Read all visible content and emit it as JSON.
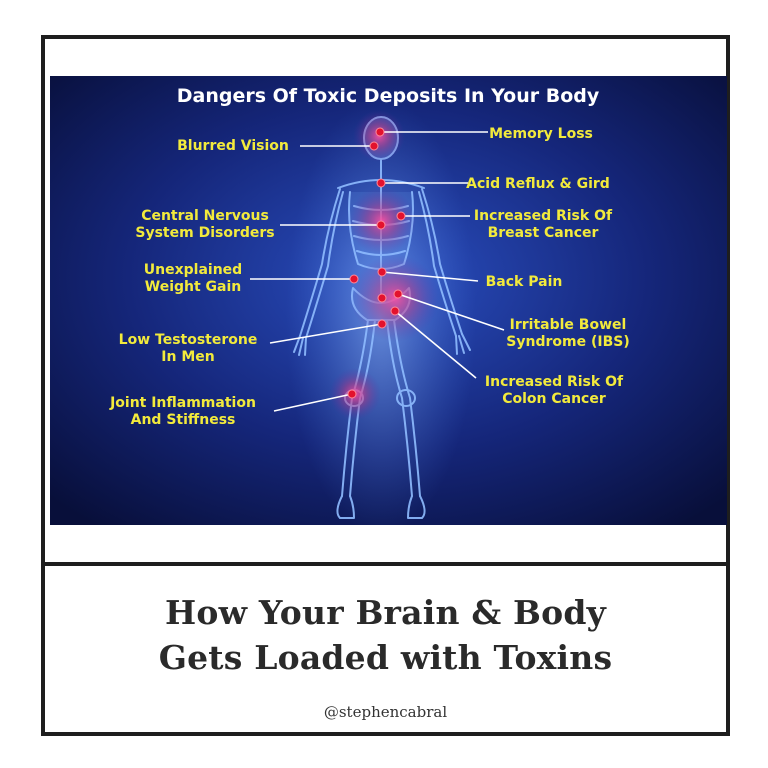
{
  "infographic": {
    "title": "Dangers Of Toxic Deposits In Your Body",
    "colors": {
      "background_dark": "#0a1240",
      "background_mid": "#1f3a9e",
      "label_yellow": "#f2ea3c",
      "hotspot_red": "#e3122e",
      "skeleton_blue": "#7fb2ff"
    },
    "labels_left": [
      {
        "id": "blurred-vision",
        "lines": [
          "Blurred Vision"
        ]
      },
      {
        "id": "central-nervous",
        "lines": [
          "Central Nervous",
          "System Disorders"
        ]
      },
      {
        "id": "unexplained-weight",
        "lines": [
          "Unexplained",
          "Weight Gain"
        ]
      },
      {
        "id": "low-testosterone",
        "lines": [
          "Low Testosterone",
          "In Men"
        ]
      },
      {
        "id": "joint-inflammation",
        "lines": [
          "Joint Inflammation",
          "And Stiffness"
        ]
      }
    ],
    "labels_right": [
      {
        "id": "memory-loss",
        "lines": [
          "Memory Loss"
        ]
      },
      {
        "id": "acid-reflux",
        "lines": [
          "Acid Reflux & Gird"
        ]
      },
      {
        "id": "breast-cancer",
        "lines": [
          "Increased Risk Of",
          "Breast Cancer"
        ]
      },
      {
        "id": "back-pain",
        "lines": [
          "Back Pain"
        ]
      },
      {
        "id": "ibs",
        "lines": [
          "Irritable Bowel",
          "Syndrome (IBS)"
        ]
      },
      {
        "id": "colon-cancer",
        "lines": [
          "Increased Risk Of",
          "Colon Cancer"
        ]
      }
    ]
  },
  "caption": {
    "line1": "How Your Brain & Body",
    "line2": "Gets Loaded with Toxins"
  },
  "handle": "@stephencabral"
}
